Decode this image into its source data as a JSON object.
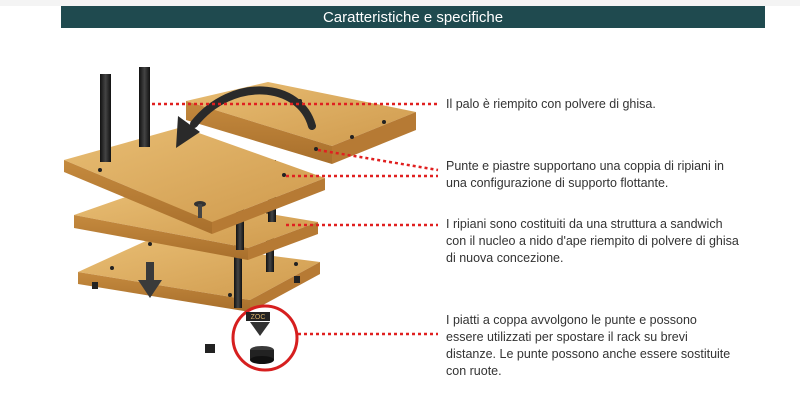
{
  "header": {
    "title": "Caratteristiche e specifiche"
  },
  "callouts": [
    {
      "text": "Il palo è riempito con polvere di ghisa."
    },
    {
      "text": "Punte e piastre supportano una coppia di ripiani in una configurazione di supporto flottante."
    },
    {
      "text": "I ripiani sono costituiti da una struttura a sandwich con il nucleo a nido d'ape riempito di polvere di ghisa di nuova concezione."
    },
    {
      "text": "I piatti a coppa avvolgono le punte e possono essere utilizzati per spostare il rack su brevi distanze. Le punte possono anche essere sostituite con ruote."
    }
  ],
  "colors": {
    "header_bg": "#1f4a4f",
    "leader_line": "#e02020",
    "shelf": "#d9a65a",
    "pole": "#2a2a2a"
  },
  "icons": [
    "curved-arrow-icon",
    "down-arrow-icon",
    "spike-zoom-icon"
  ],
  "brand_badge": "ZOC"
}
